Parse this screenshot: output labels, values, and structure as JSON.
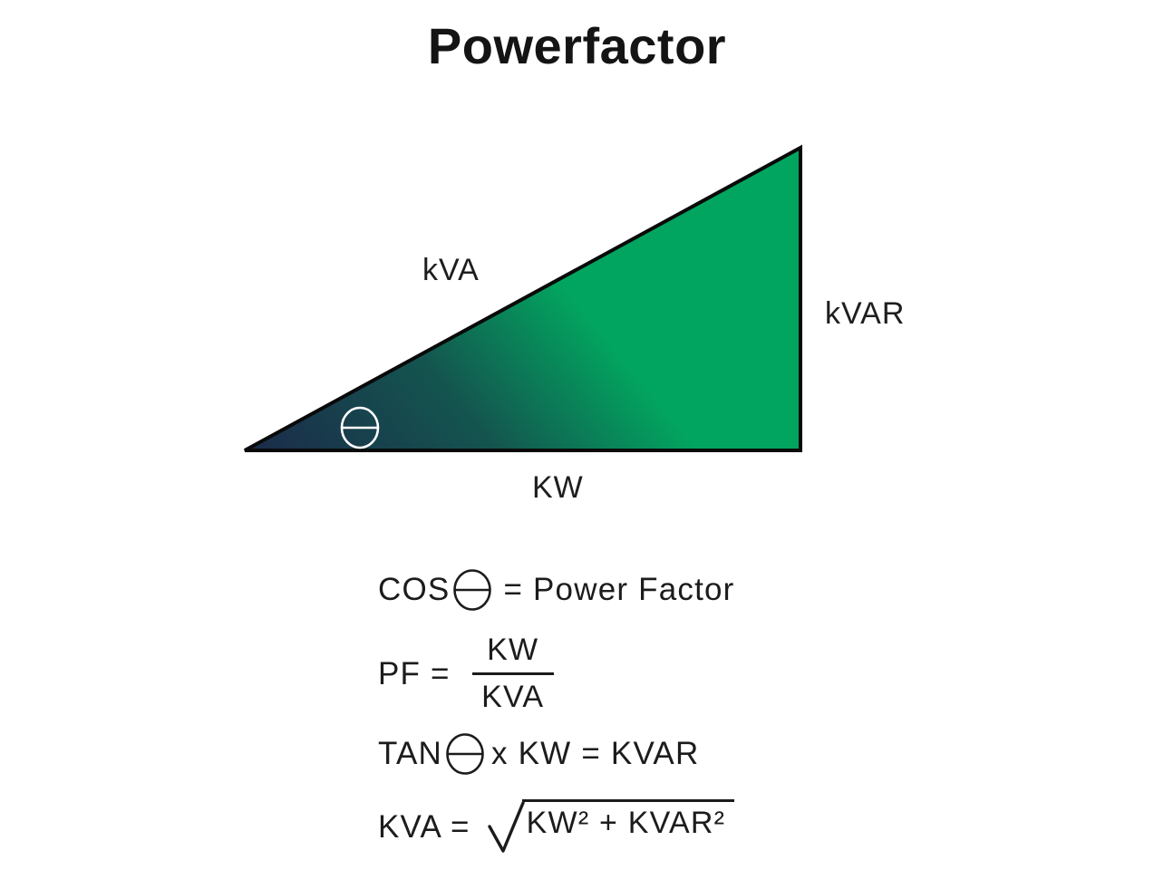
{
  "title": "Powerfactor",
  "triangle": {
    "labels": {
      "hypotenuse": "kVA",
      "opposite": "kVAR",
      "adjacent": "KW"
    },
    "angle_symbol": "theta",
    "gradient": {
      "start": "#1b2a4a",
      "mid": "#14554f",
      "end": "#02a55f"
    },
    "stroke": "#0a0a0a"
  },
  "formulas": {
    "cos": {
      "prefix": "COS",
      "result": "= Power Factor"
    },
    "pf": {
      "lhs": "PF =",
      "numerator": "KW",
      "denominator": "KVA"
    },
    "tan": {
      "prefix": "TAN",
      "rest": "x KW = KVAR"
    },
    "kva": {
      "lhs": "KVA =",
      "radicand": "KW² + KVAR²"
    }
  }
}
